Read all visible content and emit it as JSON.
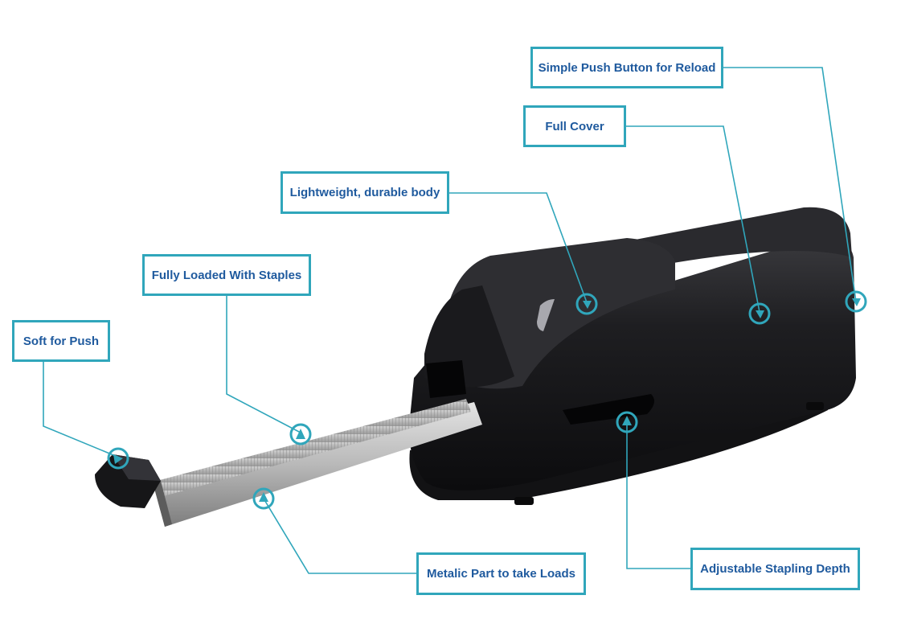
{
  "callouts": {
    "reload_button": "Simple Push Button for Reload",
    "full_cover": "Full Cover",
    "body": "Lightweight, durable body",
    "staples": "Fully Loaded With Staples",
    "soft_push": "Soft for Push",
    "metal_part": "Metalic Part to take Loads",
    "stapling_depth": "Adjustable Stapling Depth"
  },
  "colors": {
    "accent": "#30a6bb",
    "label_text": "#1f5a9e",
    "stapler_body": "#1b1b1d"
  }
}
